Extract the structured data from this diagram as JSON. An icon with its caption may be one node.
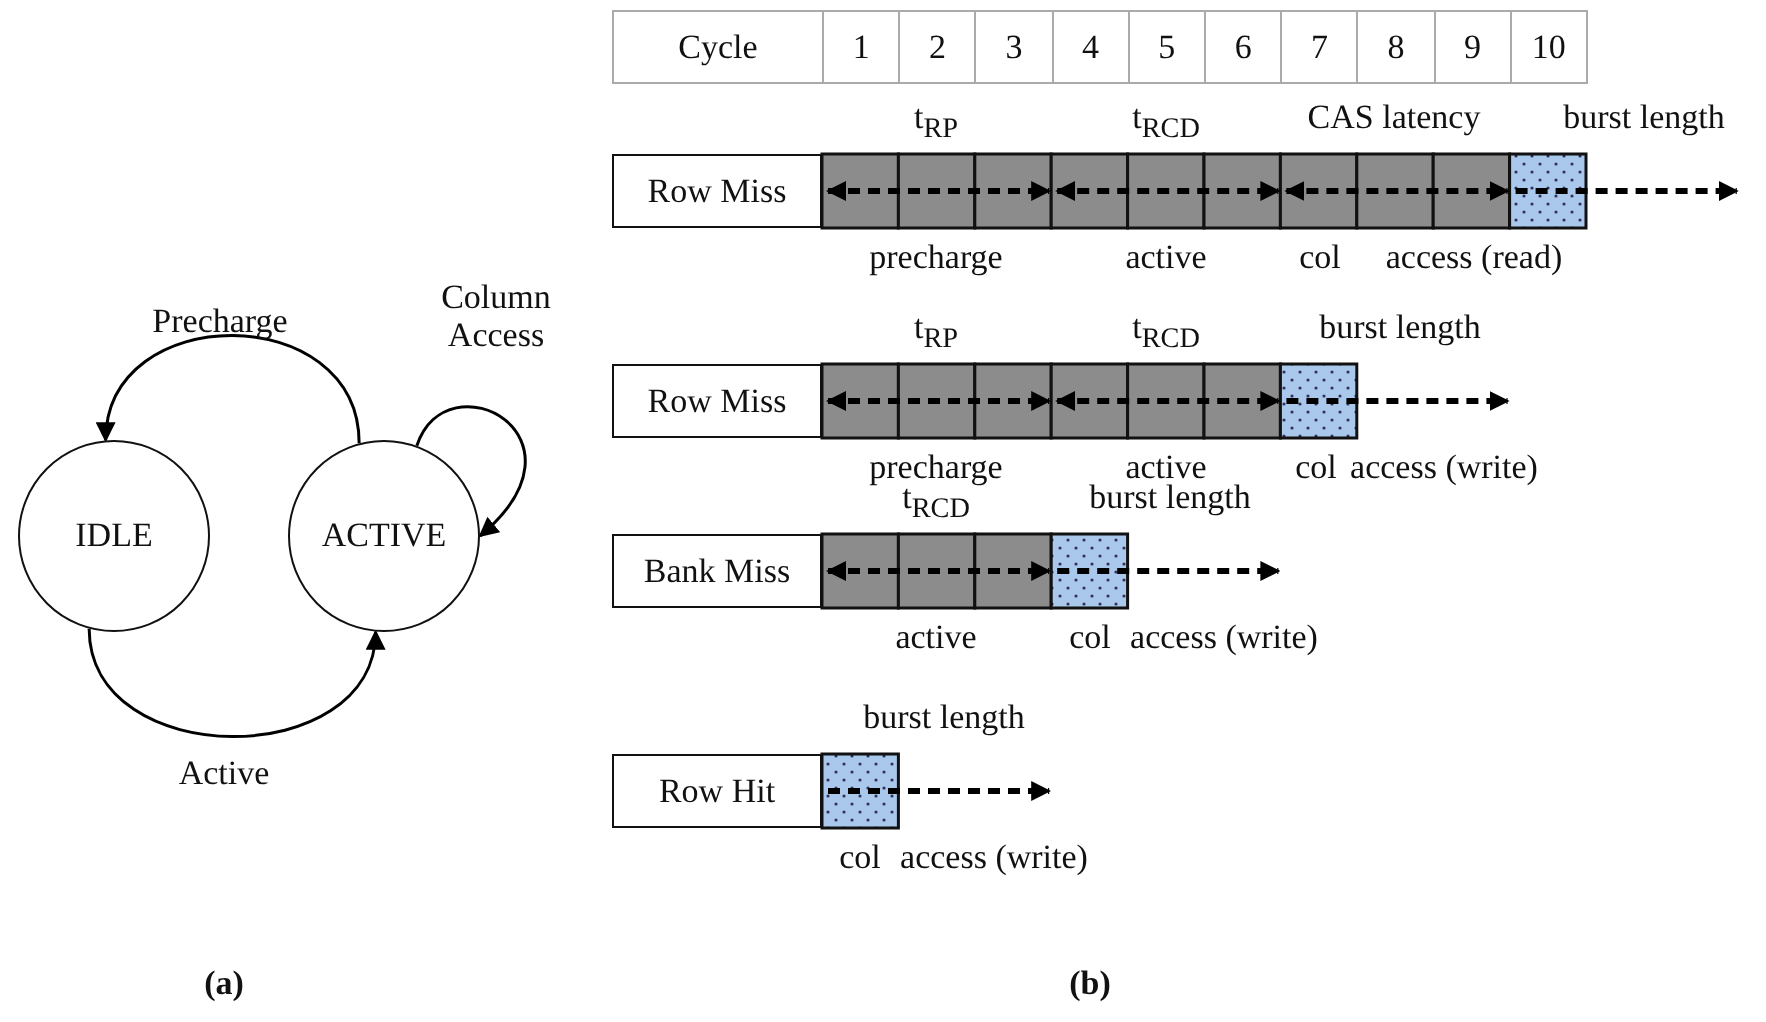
{
  "diagram": {
    "nodes": [
      {
        "text": [
          "IDLE"
        ]
      },
      {
        "text": [
          "ACTIVE"
        ]
      },
      {
        "text": [
          "Row Miss"
        ]
      },
      {
        "text": [
          "Row Miss"
        ]
      },
      {
        "text": [
          "Bank Miss"
        ]
      },
      {
        "text": [
          "Row Hit"
        ]
      }
    ],
    "edges": [
      {
        "from": 1,
        "to": 0,
        "arrow": "to",
        "label": "Precharge"
      },
      {
        "from": 1,
        "to": 1,
        "arrow": "to",
        "label": "Column Access"
      },
      {
        "from": 0,
        "to": 1,
        "arrow": "to",
        "label": "Active"
      }
    ],
    "labels": [
      "Cycle",
      "1",
      "2",
      "3",
      "4",
      "5",
      "6",
      "7",
      "8",
      "9",
      "10",
      "t$_{RP}$",
      "t$_{RCD}$",
      "CAS latency",
      "burst length",
      "precharge",
      "active",
      "col",
      "access (read)",
      "t$_{RP}$",
      "t$_{RCD}$",
      "burst length",
      "precharge",
      "active",
      "col",
      "access (write)",
      "t$_{RCD}$",
      "burst length",
      "active",
      "col",
      "access (write)",
      "burst length",
      "col",
      "access (write)",
      "(a)",
      "(b)"
    ]
  }
}
